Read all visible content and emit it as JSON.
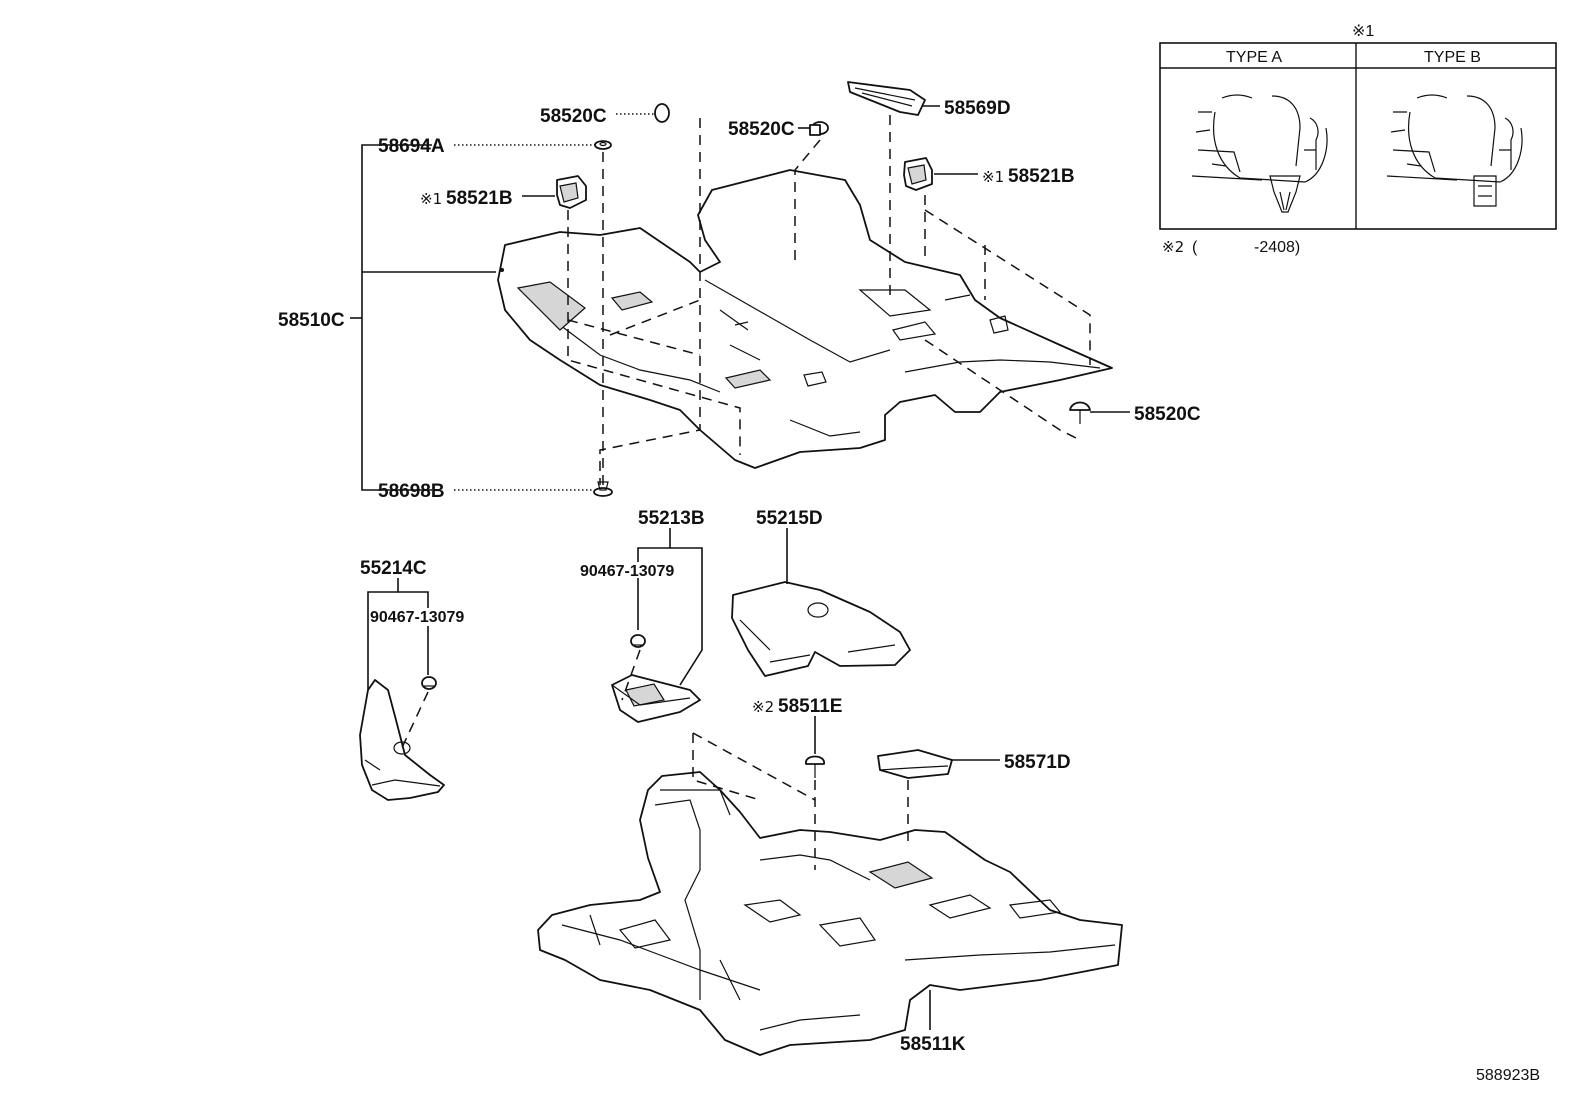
{
  "diagram": {
    "labels": {
      "p58520C_a": "58520C",
      "p58520C_b": "58520C",
      "p58520C_c": "58520C",
      "p58569D": "58569D",
      "p58694A": "58694A",
      "p58521B_left": "58521B",
      "p58521B_right": "58521B",
      "p58510C": "58510C",
      "p58698B": "58698B",
      "p55213B": "55213B",
      "p55215D": "55215D",
      "p55214C": "55214C",
      "p90467_a": "90467-13079",
      "p90467_b": "90467-13079",
      "p58511E": "58511E",
      "p58571D": "58571D",
      "p58511K": "58511K"
    },
    "marks": {
      "note1": "※1",
      "note2": "※2"
    },
    "legend_box": {
      "header_mark": "※1",
      "type_a": "TYPE A",
      "type_b": "TYPE B"
    },
    "footnote": {
      "mark": "※2",
      "open_paren": "(",
      "range": "-2408)"
    },
    "figure_id": "588923B"
  }
}
